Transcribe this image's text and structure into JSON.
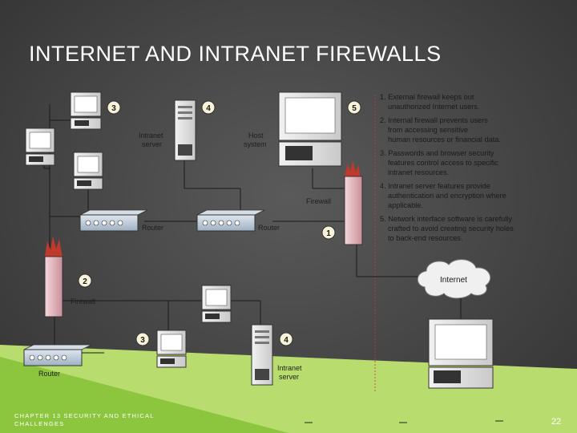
{
  "slide": {
    "title": "INTERNET AND INTRANET FIREWALLS",
    "footer": "CHAPTER 13 SECURITY AND ETHICAL CHALLENGES",
    "page_number": "22"
  },
  "colors": {
    "background": "#454545",
    "accent_green": "#8cc63f",
    "firewall_red": "#c0392b"
  },
  "diagram": {
    "labels": {
      "intranet_server_top": "Intranet server",
      "host_system": "Host system",
      "firewall_top": "Firewall",
      "router_left": "Router",
      "router_right": "Router",
      "firewall_left": "Firewall",
      "internet": "Internet",
      "router_bottom": "Router",
      "intranet_server_bottom": "Intranet server"
    },
    "badges": {
      "b1": "1",
      "b2": "2",
      "b3_top": "3",
      "b3_bottom": "3",
      "b4_top": "4",
      "b4_bottom": "4",
      "b5": "5"
    },
    "notes": [
      "1. External firewall keeps out",
      "unauthorized Internet users.",
      "2. Internal firewall prevents users",
      "from accessing sensitive",
      "human resources or financial data.",
      "3. Passwords and browser security",
      "features control access to specific",
      "intranet resources.",
      "4. Intranet server features provide",
      "authentication and encryption where",
      "applicable.",
      "5. Network interface software is carefully",
      "crafted to avoid creating security holes",
      "to back-end resources."
    ]
  }
}
